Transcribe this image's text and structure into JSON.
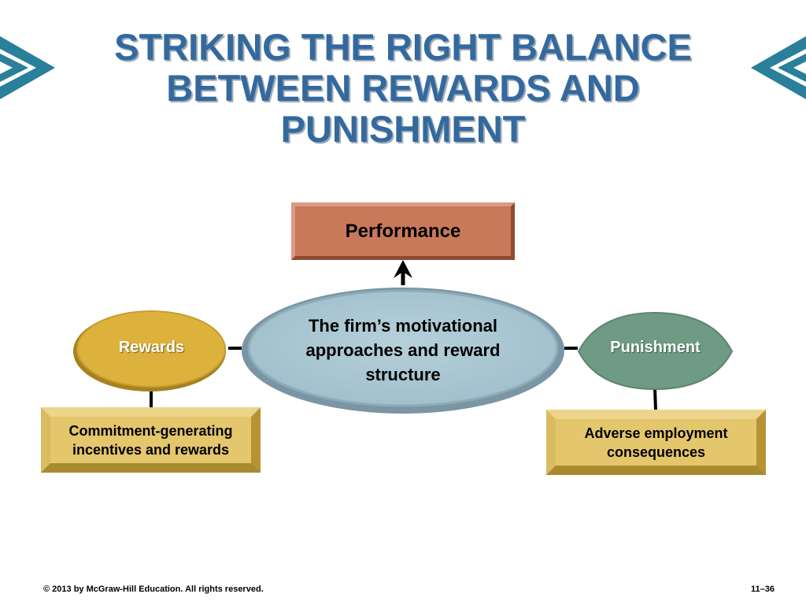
{
  "title": {
    "line1": "STRIKING THE RIGHT BALANCE",
    "line2": "BETWEEN REWARDS AND",
    "line3": "PUNISHMENT"
  },
  "diagram": {
    "top_box": "Performance",
    "center_oval": "The firm’s motivational approaches and reward structure",
    "left_oval": "Rewards",
    "right_oval": "Punishment",
    "left_box": "Commitment-generating incentives and rewards",
    "right_box": "Adverse employment consequences"
  },
  "footer": {
    "copyright": "© 2013 by McGraw-Hill Education. All rights reserved.",
    "page": "11–36"
  },
  "colors": {
    "title": "#34699e",
    "decoration": "#2a7f9b",
    "performance_box": "#c8795a",
    "center_oval": "#a8c4cf",
    "rewards_oval": "#dcb13c",
    "punishment_oval": "#6f9a84",
    "detail_boxes": "#e4c66c"
  }
}
